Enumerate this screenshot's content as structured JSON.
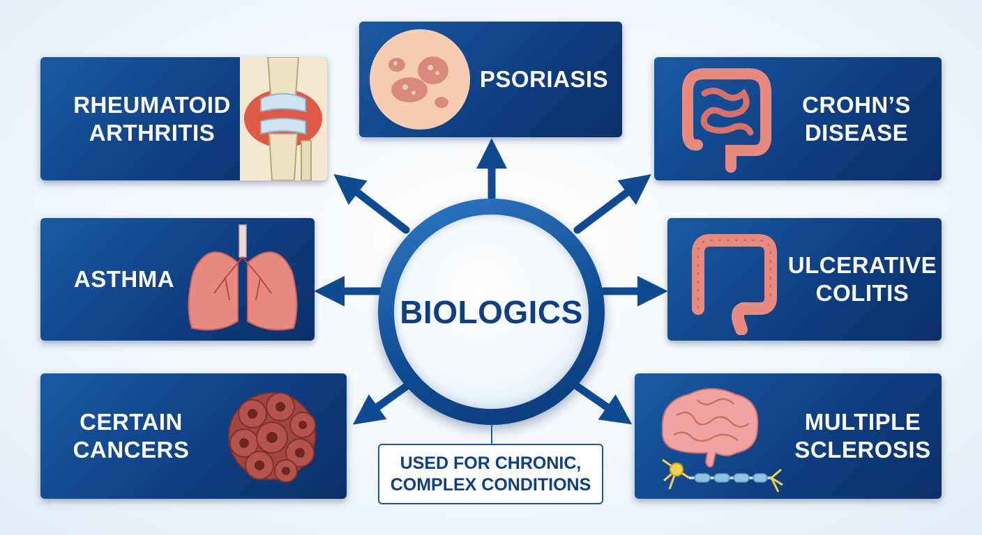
{
  "center": {
    "title": "BIOLOGICS"
  },
  "note": {
    "line1": "USED FOR CHRONIC,",
    "line2": "COMPLEX CONDITIONS"
  },
  "conditions": {
    "rheumatoid_arthritis": {
      "line1": "RHEUMATOID",
      "line2": "ARTHRITIS",
      "icon": "knee-joint-icon"
    },
    "psoriasis": {
      "line1": "PSORIASIS",
      "icon": "skin-patch-icon"
    },
    "crohns": {
      "line1": "CROHN’S",
      "line2": "DISEASE",
      "icon": "intestines-icon"
    },
    "asthma": {
      "line1": "ASTHMA",
      "icon": "lungs-icon"
    },
    "ulcerative_colitis": {
      "line1": "ULCERATIVE",
      "line2": "COLITIS",
      "icon": "colon-icon"
    },
    "cancers": {
      "line1": "CERTAIN",
      "line2": "CANCERS",
      "icon": "cell-cluster-icon"
    },
    "multiple_sclerosis": {
      "line1": "MULTIPLE",
      "line2": "SCLEROSIS",
      "icon": "brain-neuron-icon"
    }
  },
  "colors": {
    "card_blue": "#0f3f83",
    "arrow_blue": "#0f4a92",
    "background": "#eef5fb",
    "tissue_pink": "#e88a80"
  }
}
